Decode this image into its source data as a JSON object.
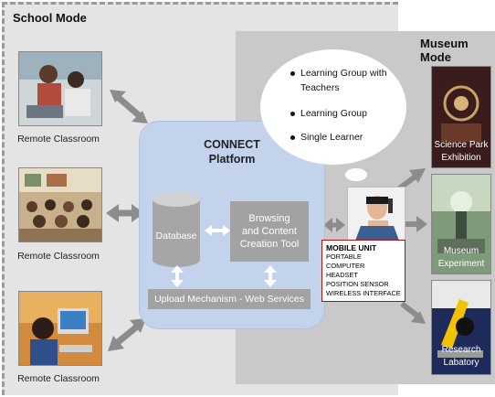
{
  "zones": {
    "school": "School Mode",
    "museum": "Museum Mode"
  },
  "classrooms": [
    {
      "caption": "Remote Classroom"
    },
    {
      "caption": "Remote Classroom"
    },
    {
      "caption": "Remote Classroom"
    }
  ],
  "platform": {
    "title_line1": "CONNECT",
    "title_line2": "Platform",
    "database": "Database",
    "browsing_line1": "Browsing",
    "browsing_line2": "and Content",
    "browsing_line3": "Creation Tool",
    "upload": "Upload Mechanism - Web Services"
  },
  "bubble": {
    "items": [
      {
        "line1": "Learning Group with",
        "line2": "Teachers"
      },
      {
        "line1": "Learning Group"
      },
      {
        "line1": "Single Learner"
      }
    ]
  },
  "mobile_unit": {
    "title": "MOBILE UNIT",
    "items": [
      "PORTABLE COMPUTER",
      "HEADSET",
      "POSITION SENSOR",
      "WIRELESS INTERFACE"
    ]
  },
  "museum_sites": [
    {
      "line1": "Science Park",
      "line2": "Exhibition"
    },
    {
      "line1": "Museum",
      "line2": "Experiment"
    },
    {
      "line1": "Research",
      "line2": "Labatory"
    }
  ],
  "colors": {
    "school_bg": "#e4e4e4",
    "museum_bg": "#c9c9c9",
    "platform_bg": "#c3d3ec",
    "box_gray": "#a2a2a2",
    "arrow_gray": "#8c8c8c",
    "mobile_border": "#aa1111"
  }
}
